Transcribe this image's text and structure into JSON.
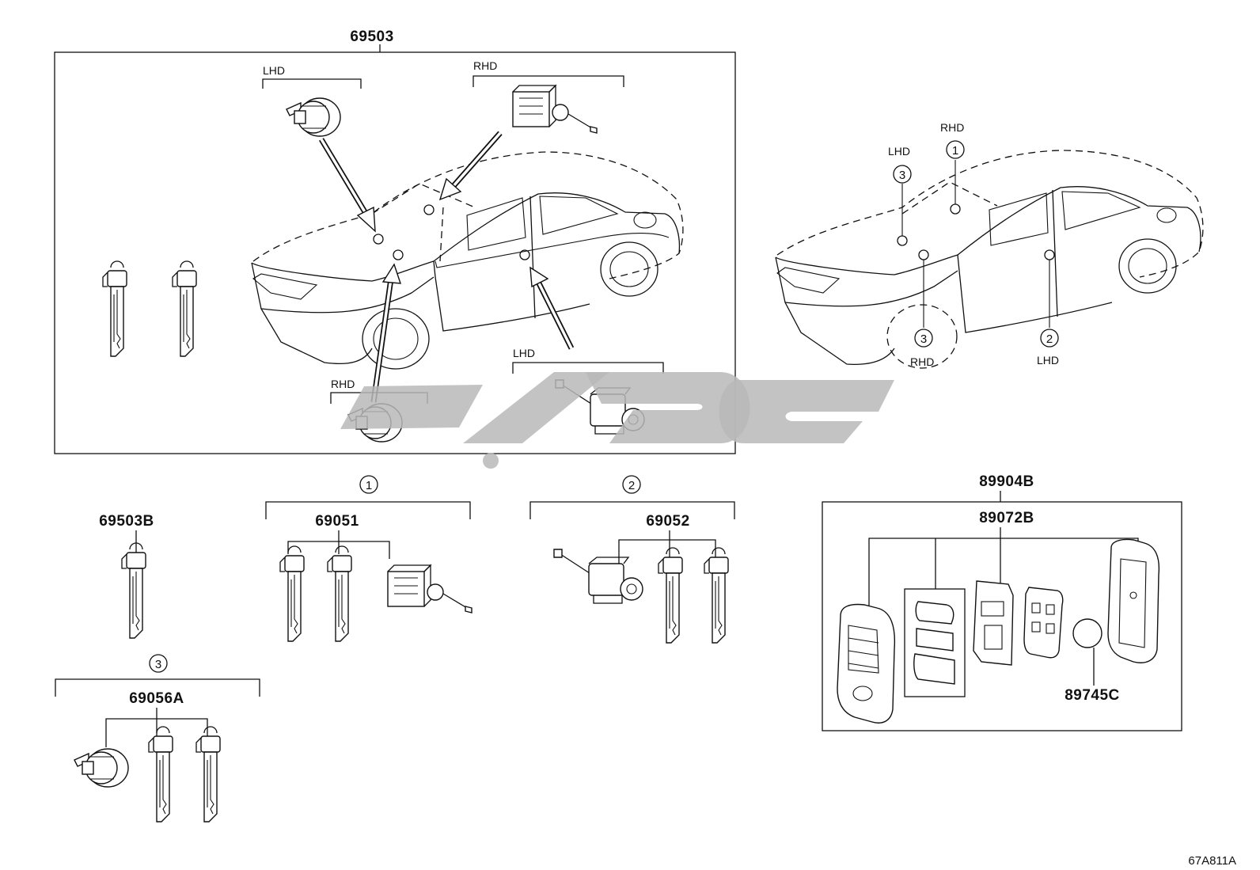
{
  "groups": {
    "main": {
      "part_no": "69503",
      "lhd": "LHD",
      "rhd": "RHD",
      "rhd2": "RHD",
      "lhd2": "LHD"
    },
    "right_car": {
      "rhd_top": "RHD",
      "lhd_top": "LHD",
      "c1": "1",
      "c3a": "3",
      "c3b": "3",
      "c2": "2",
      "rhd_bottom": "RHD",
      "lhd_bottom": "LHD"
    },
    "key_single": {
      "part_no": "69503B"
    },
    "set1": {
      "circle": "1",
      "part_no": "69051"
    },
    "set2": {
      "circle": "2",
      "part_no": "69052"
    },
    "set3": {
      "circle": "3",
      "part_no": "69056A"
    },
    "remote": {
      "part_no": "89904B",
      "sub_part_no": "89072B",
      "battery_part_no": "89745C"
    }
  },
  "figure_code": "67A811A",
  "watermark_color": "#b9b9b9"
}
